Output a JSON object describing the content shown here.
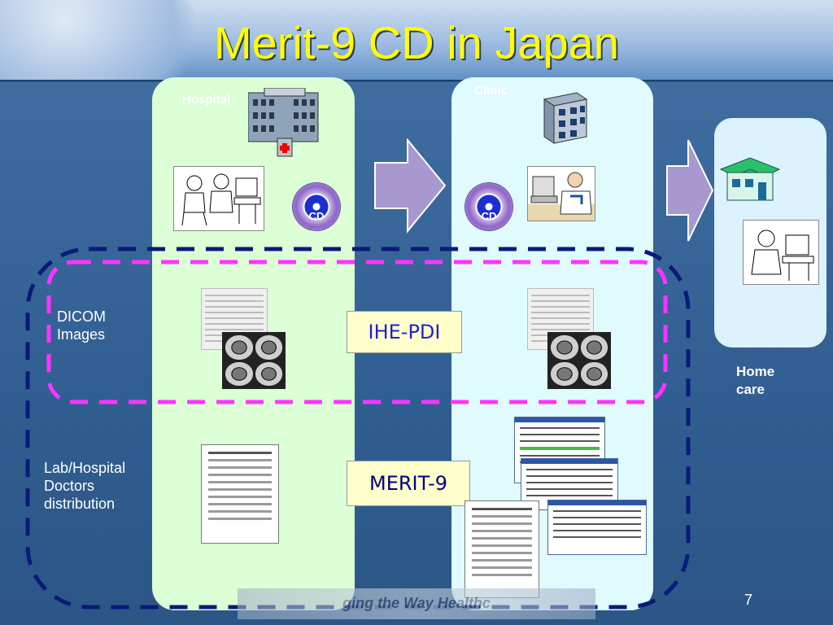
{
  "slide": {
    "title": "Merit-9 CD in Japan",
    "page_number": "7",
    "footer": "ging the Way Healthc"
  },
  "panels": {
    "hospital_label": "Hospital",
    "clinic_label": "Clinic",
    "home_label": "Home care"
  },
  "media": {
    "cd_label_1": "CD",
    "cd_label_2": "CD"
  },
  "boxes": {
    "ihe_pdi": "IHE-PDI",
    "merit9": "MERIT-9"
  },
  "side_labels": {
    "dicom": "DICOM Images",
    "lab": "Lab/Hospital Doctors distribution"
  },
  "colors": {
    "title": "#ffff00",
    "hospital_panel": "#dcffd6",
    "clinic_panel": "#dffbfd",
    "home_panel": "#dcf2ff",
    "arrow": "#a898d0",
    "dicom_outline": "#ff33ff",
    "outer_outline": "#0a1a7a"
  }
}
